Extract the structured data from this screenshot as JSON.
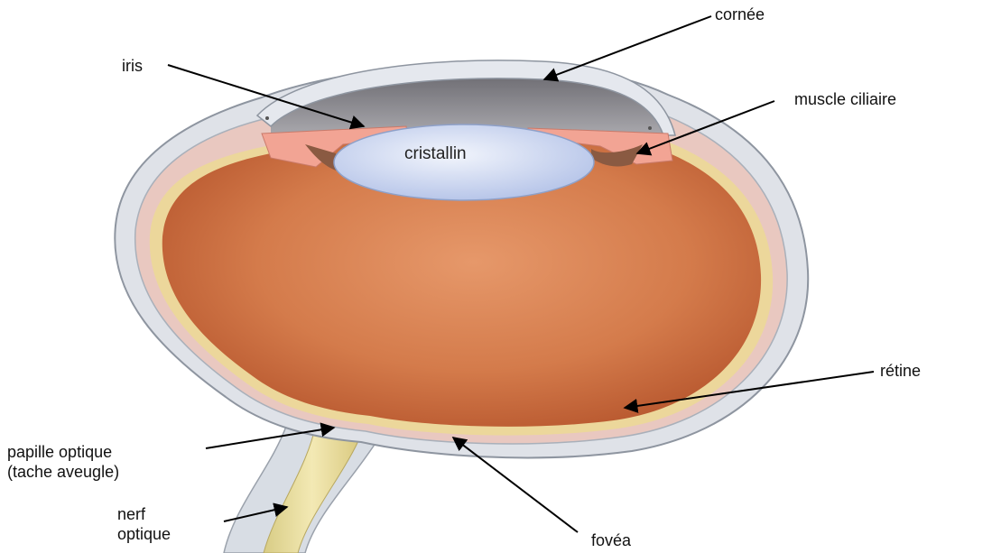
{
  "labels": {
    "cornee": "cornée",
    "iris": "iris",
    "muscle_ciliaire": "muscle ciliaire",
    "cristallin": "cristallin",
    "retine": "rétine",
    "papille_line1": "papille optique",
    "papille_line2": "(tache aveugle)",
    "nerf_line1": "nerf",
    "nerf_line2": "optique",
    "fovea": "fovéa"
  },
  "colors": {
    "vitreous": "#d67a4c",
    "sclera": "#dde0e6",
    "retina": "#ecd79b",
    "lens": "#d9e3f7",
    "iris": "#f0a090",
    "anterior_chamber": "#86858b",
    "optic_nerve": "#e8dc9c"
  }
}
